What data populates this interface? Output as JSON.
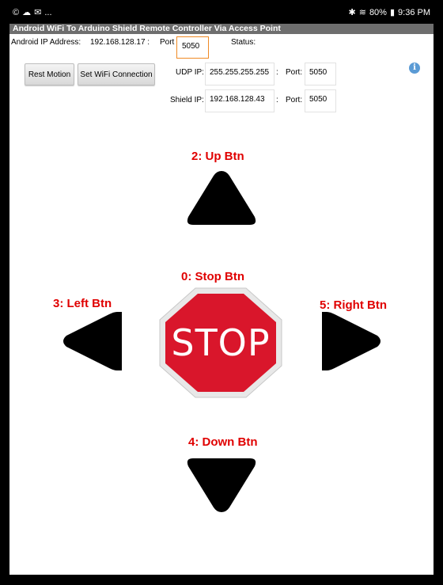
{
  "status_bar": {
    "left_icons": [
      "copyright-icon",
      "cloud-icon",
      "mail-icon"
    ],
    "left_more": "...",
    "battery": "80%",
    "time": "9:36 PM"
  },
  "title": "Android WiFi To Arduino Shield Remote Controller Via Access Point",
  "row1": {
    "ip_label": "Android IP Address:",
    "ip_value": "192.168.128.17 :",
    "port_label": "Port",
    "port_value": "5050",
    "status_label": "Status:"
  },
  "buttons": {
    "rest_motion": "Rest Motion",
    "set_wifi": "Set WiFi Connection"
  },
  "udp": {
    "label": "UDP IP:",
    "ip": "255.255.255.255",
    "colon": ":",
    "port_label": "Port:",
    "port": "5050"
  },
  "shield": {
    "label": "Shield IP:",
    "ip": "192.168.128.43",
    "colon": ":",
    "port_label": "Port:",
    "port": "5050"
  },
  "info_glyph": "i",
  "controls": {
    "up_label": "2: Up Btn",
    "stop_label": "0: Stop Btn",
    "left_label": "3: Left Btn",
    "right_label": "5: Right Btn",
    "down_label": "4: Down Btn",
    "stop_text": "STOP"
  },
  "colors": {
    "label_red": "#e00000",
    "stop_red": "#d9162b",
    "title_bar": "#6e6e6e",
    "focus_border": "#f08a24"
  }
}
